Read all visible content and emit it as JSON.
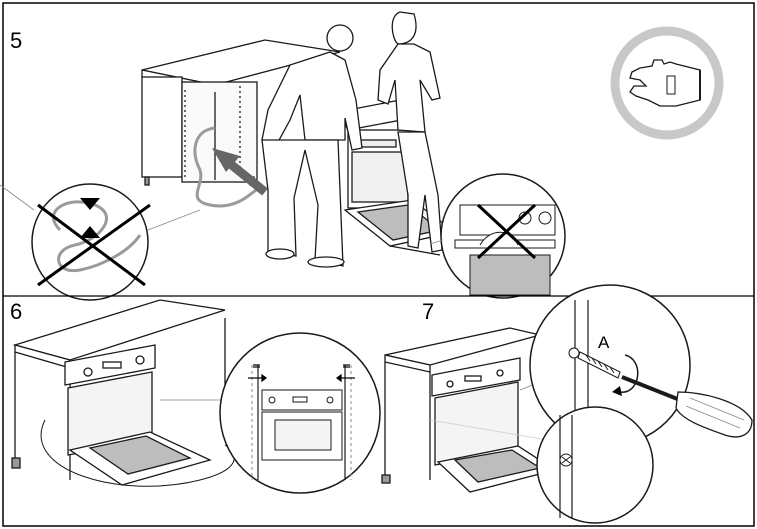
{
  "steps": [
    {
      "number": "5"
    },
    {
      "number": "6"
    },
    {
      "number": "7"
    }
  ],
  "callout_label": "A",
  "icons": {
    "safety": "protective-glove-icon",
    "prohibited": "cross-out-icon"
  },
  "colors": {
    "line": "#1a1a1a",
    "glove_ring": "#c8c8c8",
    "cable": "#9a9a9a",
    "glass": "#bdbdbd",
    "frame": "#000000"
  }
}
